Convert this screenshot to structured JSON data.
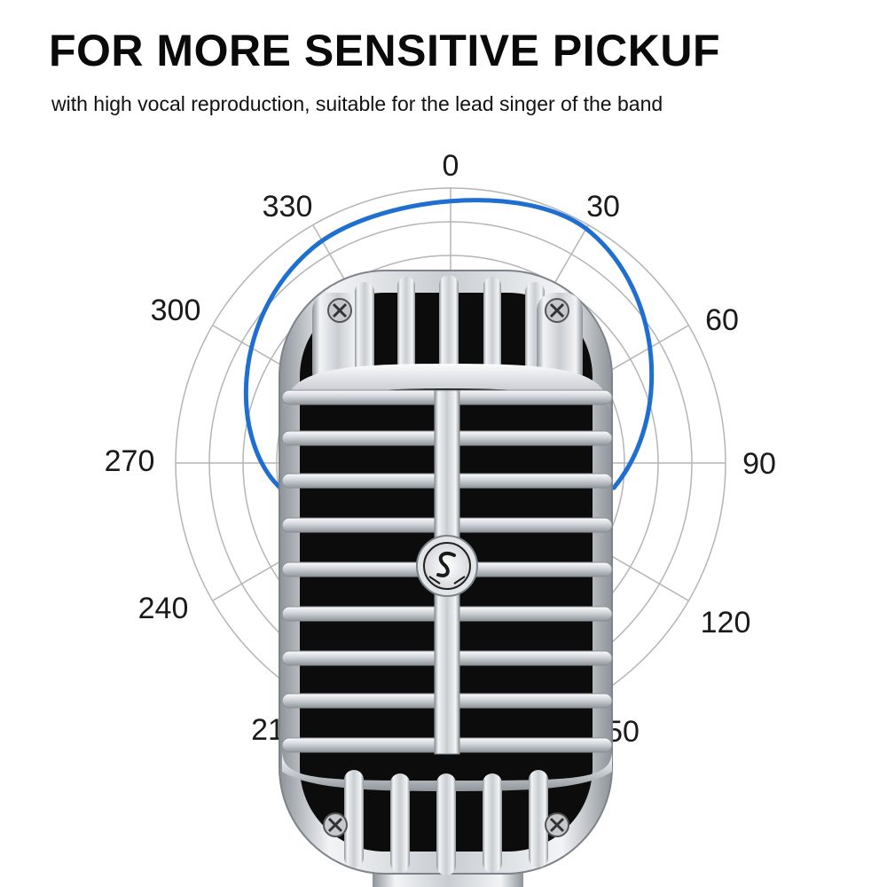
{
  "headline": "FOR MORE SENSITIVE PICKUF",
  "subheadline": "with high vocal reproduction, suitable for the lead singer of the band",
  "polar_angles": {
    "a0": "0",
    "a30": "30",
    "a60": "60",
    "a90": "90",
    "a120": "120",
    "a150": "50",
    "a210": "21",
    "a240": "240",
    "a270": "270",
    "a300": "300",
    "a330": "330"
  },
  "colors": {
    "pattern": "#1e6fd0",
    "grid": "#b5b5b5",
    "foam": "#0c0c0c",
    "chrome": "#d9dde2"
  },
  "icons": {
    "logo": "microphone-brand-logo-icon",
    "screw": "screw-icon"
  }
}
